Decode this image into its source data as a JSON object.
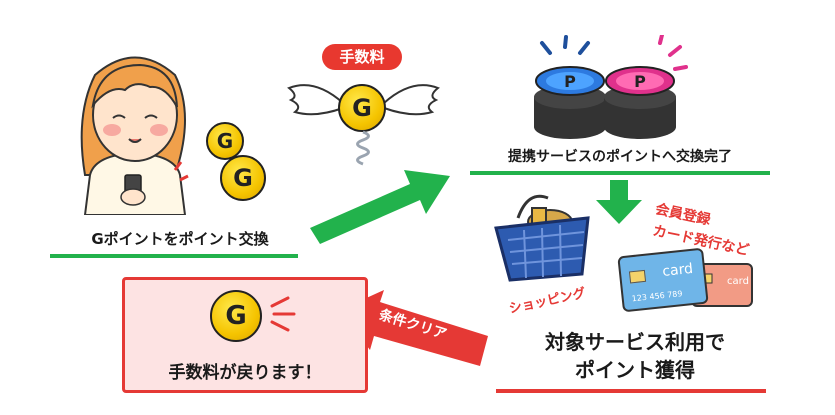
{
  "steps": {
    "exchange": {
      "label": "Gポイントをポイント交換"
    },
    "fee": {
      "badge": "手数料",
      "coin_letter": "G"
    },
    "complete": {
      "label": "提携サービスのポイントへ交換完了",
      "coin_letter": "P"
    },
    "use_service": {
      "line1": "対象サービス利用で",
      "line2": "ポイント獲得"
    },
    "examples": {
      "shopping": "ショッピング",
      "registration_line1": "会員登録",
      "registration_line2": "カード発行など",
      "card_word": "card",
      "card_number": "123 456 789"
    },
    "condition": {
      "label": "条件クリア"
    },
    "refund": {
      "label": "手数料が戻ります！",
      "coin_letter": "G"
    }
  },
  "colors": {
    "green": "#22b24c",
    "red": "#e53935",
    "coin": "#f5c400",
    "pink_box": "#fde3e3"
  }
}
